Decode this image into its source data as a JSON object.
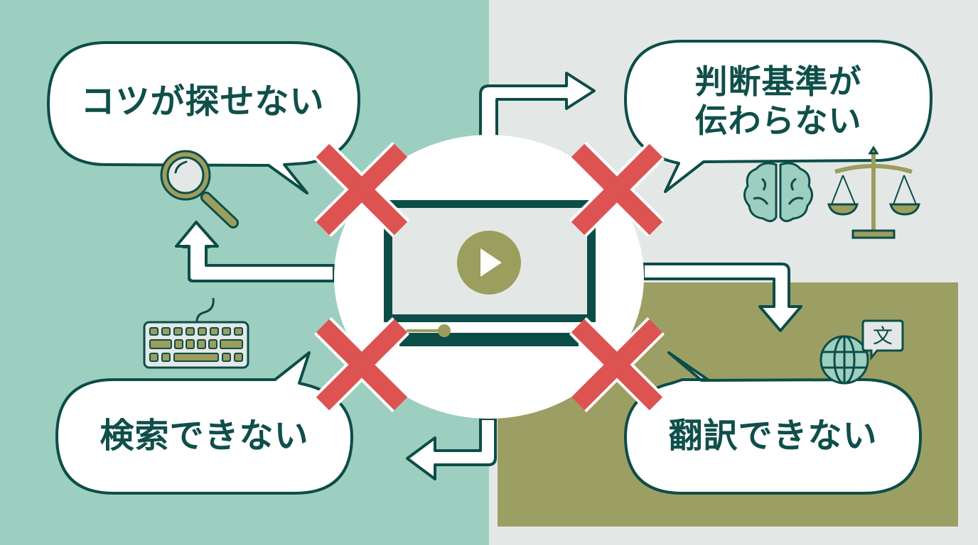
{
  "colors": {
    "teal_background": "#9dcfc1",
    "grey_background": "#e3e8e7",
    "olive_block": "#9c9f64",
    "outline_dark_green": "#0d4d48",
    "cross_red": "#dc5352",
    "play_button": "#9b9e5d",
    "screen_fill": "#e3e8e7",
    "bubble_fill": "#ffffff"
  },
  "center": {
    "icon": "video-player-icon",
    "play_icon": "play-icon",
    "progress_percent": 10
  },
  "bubbles": [
    {
      "id": "top-left",
      "text": "コツが探せない",
      "icon": "magnifier-icon"
    },
    {
      "id": "top-right",
      "line1": "判断基準が",
      "line2": "伝わらない",
      "icons": [
        "brain-icon",
        "scales-icon"
      ]
    },
    {
      "id": "bottom-left",
      "text": "検索できない",
      "icon": "keyboard-icon"
    },
    {
      "id": "bottom-right",
      "text": "翻訳できない",
      "icon": "globe-translate-icon",
      "badge_glyph": "文"
    }
  ],
  "crosses": [
    "top-left",
    "top-right",
    "bottom-left",
    "bottom-right"
  ],
  "arrows": [
    {
      "id": "arrow-up-left",
      "direction": "up"
    },
    {
      "id": "arrow-right-top",
      "direction": "right"
    },
    {
      "id": "arrow-down-right",
      "direction": "down"
    },
    {
      "id": "arrow-left-bottom",
      "direction": "left"
    }
  ]
}
